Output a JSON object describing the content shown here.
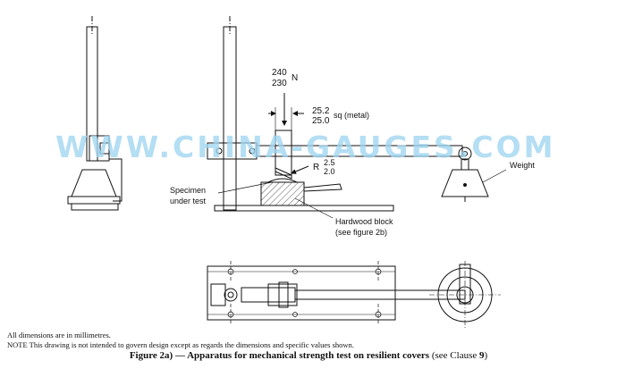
{
  "watermark": "WWW.CHINA-GAUGES.COM",
  "labels": {
    "force_upper": "240",
    "force_lower": "230",
    "force_unit": "N",
    "width_upper": "25.2",
    "width_lower": "25.0",
    "width_note": "sq (metal)",
    "radius_prefix": "R",
    "radius_upper": "2.5",
    "radius_lower": "2.0",
    "specimen_line1": "Specimen",
    "specimen_line2": "under test",
    "weight": "Weight",
    "hardwood_line1": "Hardwood block",
    "hardwood_line2": "(see figure 2b)"
  },
  "notes": {
    "units": "All dimensions are in millimetres.",
    "note": "NOTE   This drawing is not intended to govern design except as regards the dimensions and specific values shown."
  },
  "caption": {
    "figure": "Figure 2a) — Apparatus for mechanical strength test on resilient covers",
    "see": "(see Clause ",
    "clause": "9",
    "close": ")"
  },
  "colors": {
    "line": "#111111",
    "watermark": "#9fd6f0"
  }
}
